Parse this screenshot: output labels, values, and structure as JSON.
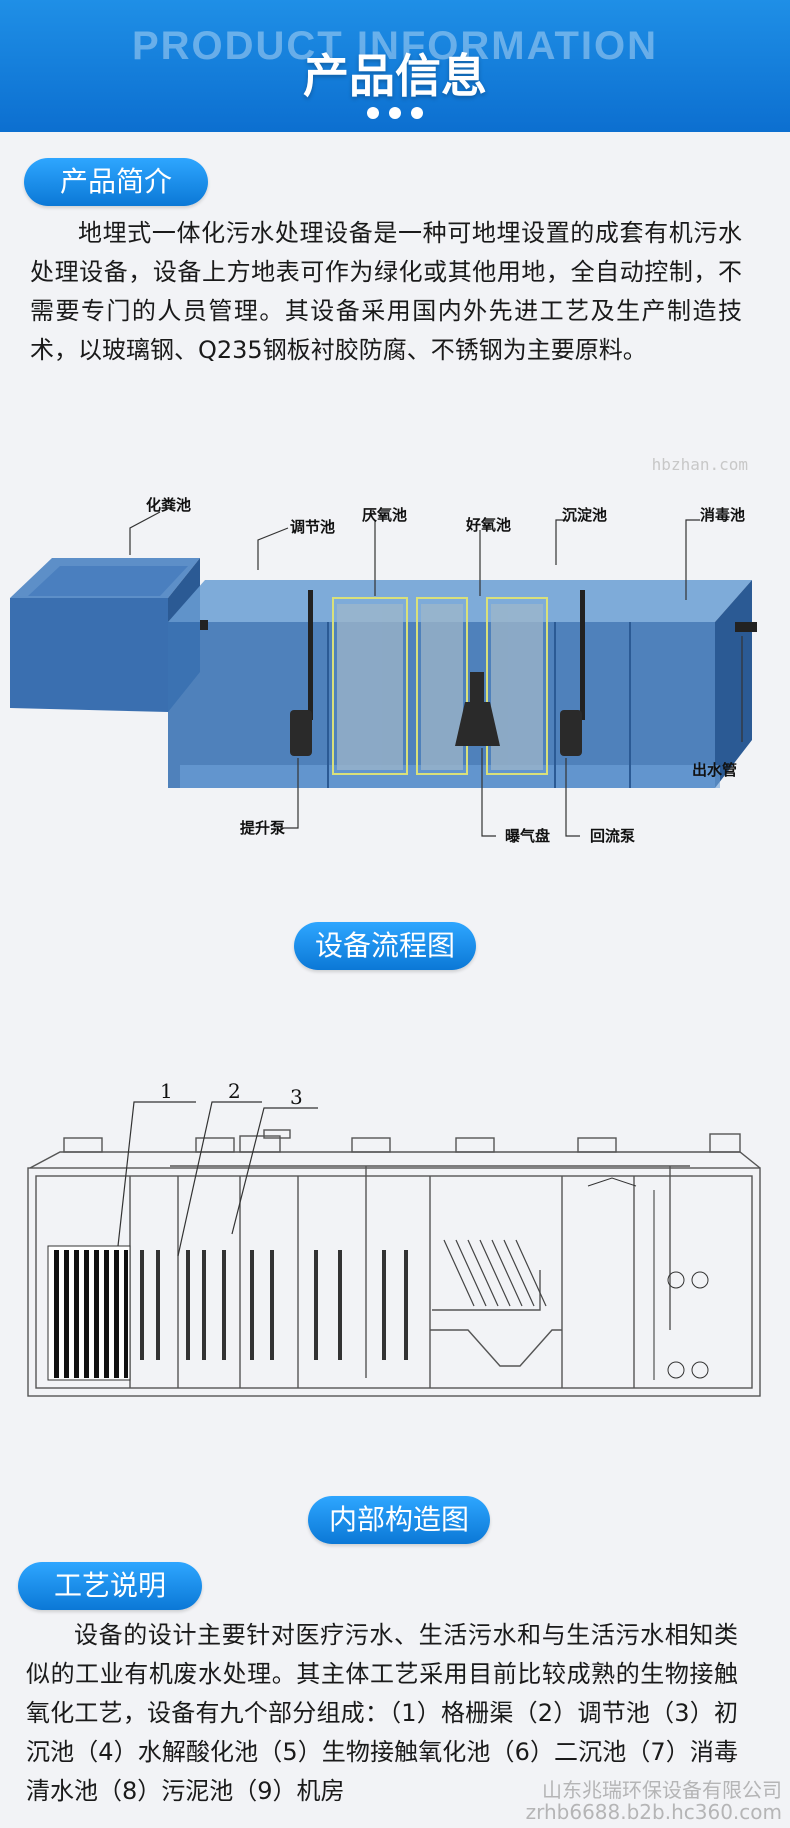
{
  "banner": {
    "bg_text": "PRODUCT INFORMATION",
    "title": "产品信息"
  },
  "intro": {
    "heading": "产品简介",
    "body": "地埋式一体化污水处理设备是一种可地埋设置的成套有机污水处理设备，设备上方地表可作为绿化或其他用地，全自动控制，不需要专门的人员管理。其设备采用国内外先进工艺及生产制造技术，以玻璃钢、Q235钢板衬胶防腐、不锈钢为主要原料。"
  },
  "flow_diagram": {
    "watermark": "hbzhan.com",
    "labels": {
      "septic": "化粪池",
      "regulating": "调节池",
      "anoxic": "厌氧池",
      "aerobic": "好氧池",
      "settling": "沉淀池",
      "disinfection": "消毒池",
      "outlet": "出水管",
      "lift_pump": "提升泵",
      "aerator": "曝气盘",
      "return_pump": "回流泵"
    },
    "caption": "设备流程图"
  },
  "structure_diagram": {
    "numbers": [
      "1",
      "2",
      "3"
    ],
    "caption": "内部构造图"
  },
  "process": {
    "heading": "工艺说明",
    "body": "设备的设计主要针对医疗污水、生活污水和与生活污水相知类似的工业有机废水处理。其主体工艺采用目前比较成熟的生物接触氧化工艺，设备有九个部分组成：（1）格栅渠（2）调节池（3）初沉池（4）水解酸化池（5）生物接触氧化池（6）二沉池（7）消毒清水池（8）污泥池（9）机房"
  },
  "footer_watermark": {
    "company": "山东兆瑞环保设备有限公司",
    "url": "zrhb6688.b2b.hc360.com"
  },
  "colors": {
    "accent": "#0b78d6",
    "tank": "#3a6fb0",
    "tank_dark": "#2b5a94"
  }
}
